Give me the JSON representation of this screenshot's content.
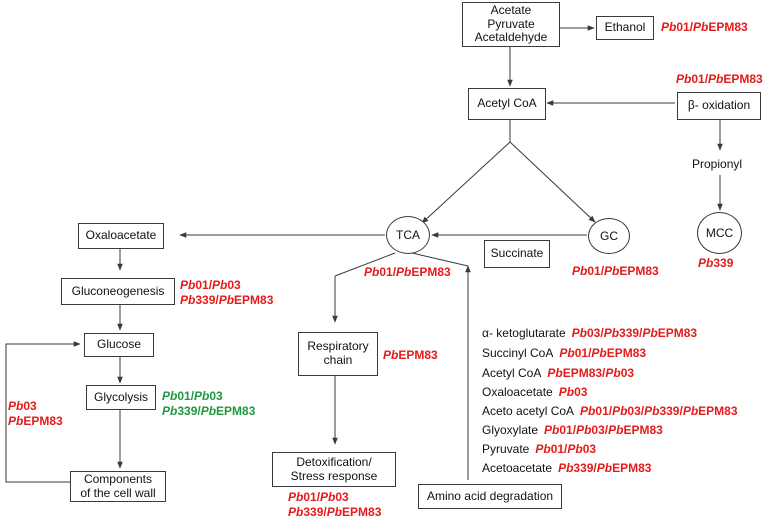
{
  "nodes": {
    "aap": "Acetate\nPyruvate\nAcetaldehyde",
    "ethanol": "Ethanol",
    "acetyl_coa": "Acetyl CoA",
    "beta_ox": "β- oxidation",
    "propionyl": "Propionyl",
    "mcc": "MCC",
    "tca": "TCA",
    "gc": "GC",
    "succinate": "Succinate",
    "oxaloacetate": "Oxaloacetate",
    "gluconeogenesis": "Gluconeogenesis",
    "glucose": "Glucose",
    "glycolysis": "Glycolysis",
    "components": "Components\nof the cell wall",
    "respiratory": "Respiratory\nchain",
    "detox": "Detoxification/\nStress response",
    "amino": "Amino acid degradation"
  },
  "strain_labels": {
    "ethanol": "Pb01/PbEPM83",
    "beta_ox": "Pb01/PbEPM83",
    "mcc": "Pb339",
    "tca": "Pb01/PbEPM83",
    "gc": "Pb01/PbEPM83",
    "gluconeogenesis_1": "Pb01/Pb03",
    "gluconeogenesis_2": "Pb339/PbEPM83",
    "glycolysis_1": "Pb01/Pb03",
    "glycolysis_2": "Pb339/PbEPM83",
    "left_1": "Pb03",
    "left_2": "PbEPM83",
    "respiratory": "PbEPM83",
    "detox_1": "Pb01/Pb03",
    "detox_2": "Pb339/PbEPM83"
  },
  "amino_list": [
    {
      "metabolite": "α- ketoglutarate",
      "strains": "Pb03/Pb339/PbEPM83"
    },
    {
      "metabolite": "Succinyl CoA",
      "strains": "Pb01/PbEPM83"
    },
    {
      "metabolite": "Acetyl CoA",
      "strains": "PbEPM83/Pb03"
    },
    {
      "metabolite": "Oxaloacetate",
      "strains": "Pb03"
    },
    {
      "metabolite": "Aceto acetyl CoA",
      "strains": "Pb01/Pb03/Pb339/PbEPM83"
    },
    {
      "metabolite": "Glyoxylate",
      "strains": "Pb01/Pb03/PbEPM83"
    },
    {
      "metabolite": "Pyruvate",
      "strains": "Pb01/Pb03"
    },
    {
      "metabolite": "Acetoacetate",
      "strains": "Pb339/PbEPM83"
    }
  ],
  "colors": {
    "up": "#e41b1b",
    "down": "#1e9a3c",
    "line": "#3a3a3a"
  }
}
